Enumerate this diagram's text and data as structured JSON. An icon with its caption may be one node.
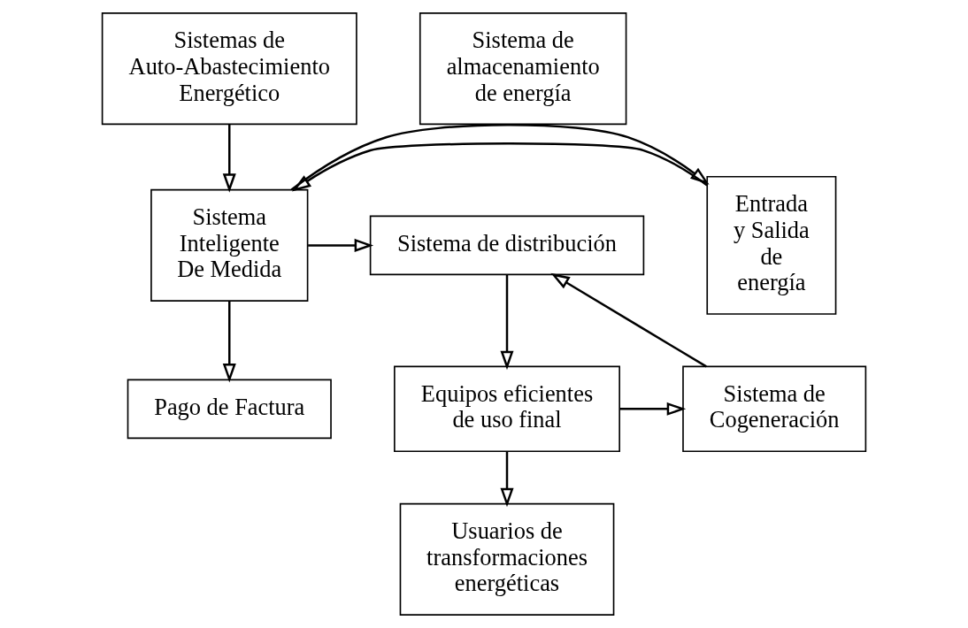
{
  "diagram": {
    "nodes": [
      {
        "text": [
          "Sistemas de Auto-Abastecimiento Energético"
        ]
      },
      {
        "text": [
          "Sistema de almacenamiento de energía"
        ]
      },
      {
        "text": [
          "Entrada y Salida de energía"
        ]
      },
      {
        "text": [
          "Sistema Inteligente De Medida"
        ]
      },
      {
        "text": [
          "Sistema de distribución"
        ]
      },
      {
        "text": [
          "Sistema de Cogeneración"
        ]
      },
      {
        "text": [
          "Pago de Factura"
        ]
      },
      {
        "text": [
          "Equipos eficientes de uso final"
        ]
      },
      {
        "text": [
          "Usuarios de transformaciones energéticas"
        ]
      }
    ],
    "edges": [
      {
        "from": 0,
        "to": 3,
        "arrow": "to"
      },
      {
        "from": 2,
        "to": 3,
        "arrow": "to"
      },
      {
        "from": 3,
        "to": 2,
        "arrow": "to"
      },
      {
        "from": 3,
        "to": 4,
        "arrow": "to"
      },
      {
        "from": 3,
        "to": 6,
        "arrow": "to"
      },
      {
        "from": 4,
        "to": 7,
        "arrow": "to"
      },
      {
        "from": 7,
        "to": 5,
        "arrow": "to"
      },
      {
        "from": 5,
        "to": 4,
        "arrow": "to"
      },
      {
        "from": 7,
        "to": 8,
        "arrow": "to"
      }
    ]
  }
}
